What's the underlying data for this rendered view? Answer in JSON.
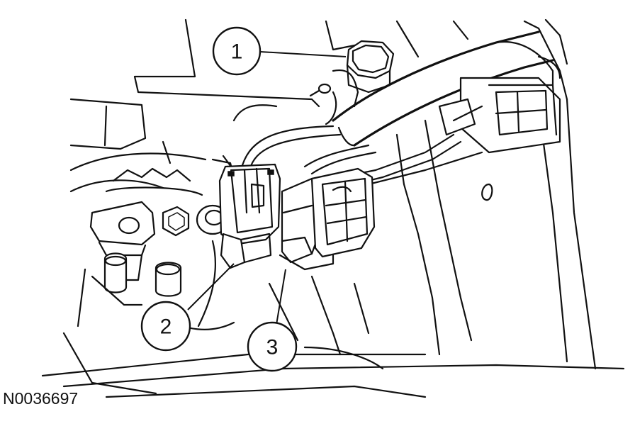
{
  "figure_id": "N0036697",
  "callouts": [
    {
      "label": "1",
      "part": "bolt"
    },
    {
      "label": "2",
      "part": "connector-a"
    },
    {
      "label": "3",
      "part": "connector-b"
    }
  ]
}
